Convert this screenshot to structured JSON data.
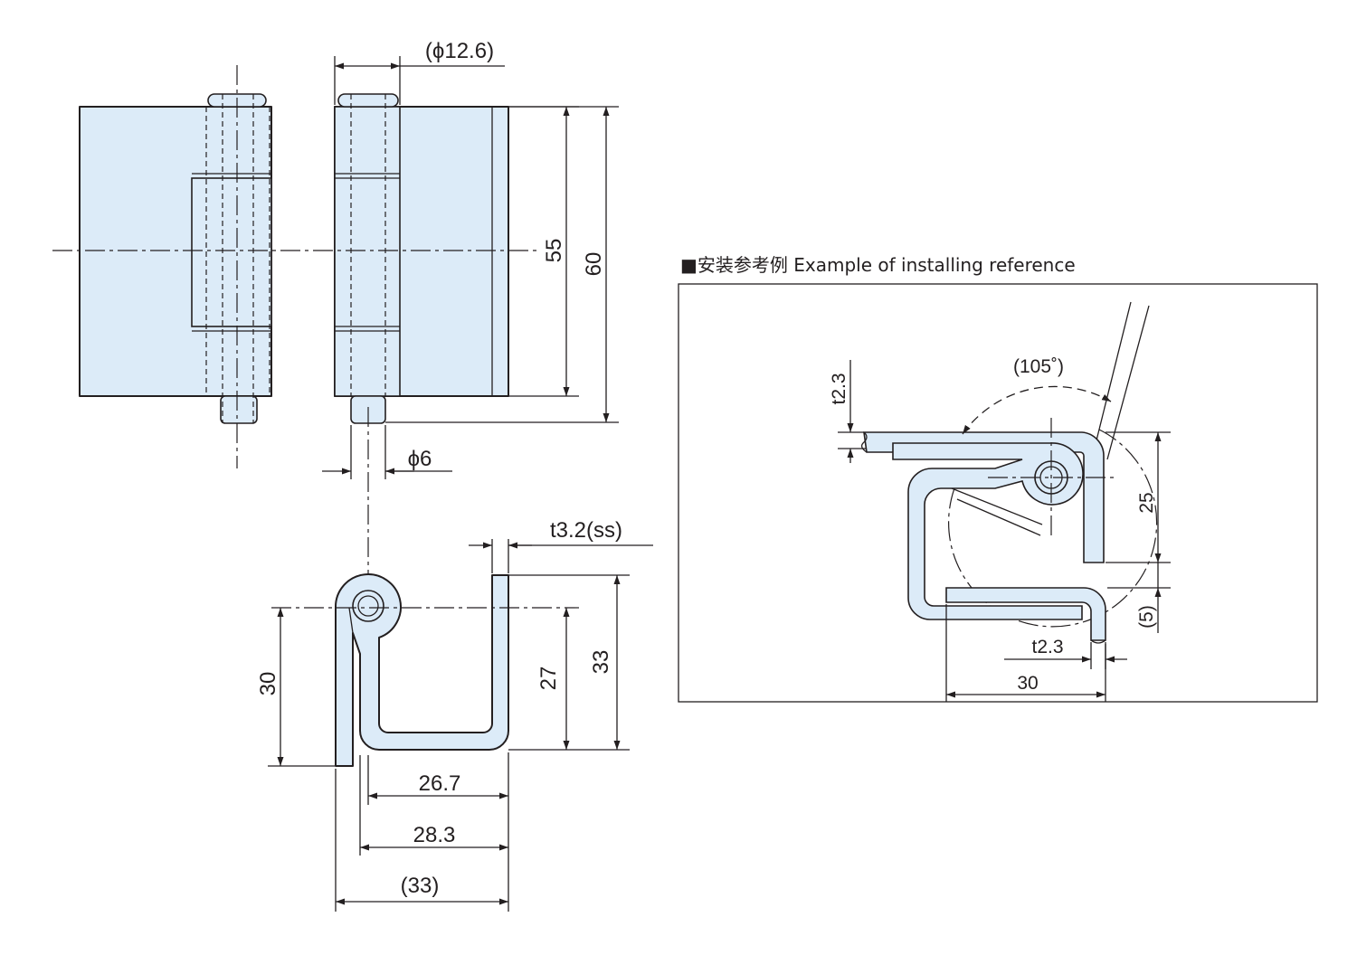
{
  "views": {
    "front": {
      "pin_diameter": "(ϕ12.6)",
      "shaft_diameter": "ϕ6",
      "height_inner": "55",
      "height_outer": "60"
    },
    "side": {
      "thickness": "t3.2(ss)",
      "height_30": "30",
      "height_27": "27",
      "height_33": "33",
      "width_26_7": "26.7",
      "width_28_3": "28.3",
      "width_33": "(33)"
    }
  },
  "installing_reference": {
    "title": "■安装参考例 Example of installing reference",
    "angle": "(105˚)",
    "top_thickness": "t2.3",
    "height_25": "25",
    "offset_5": "(5)",
    "bottom_thickness": "t2.3",
    "width_30": "30"
  }
}
